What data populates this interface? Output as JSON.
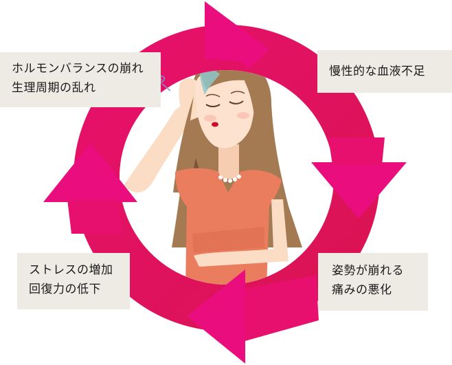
{
  "diagram": {
    "type": "cycle",
    "title": "",
    "center_illustration": "woman-with-headache",
    "colors": {
      "ring": "#e0145f",
      "arrow_head": "#ea0d7e",
      "label_bg": "#eeebe4",
      "label_text": "#1a1a1a",
      "hair": "#a47a52",
      "dress": "#ea7d5e",
      "skin": "#fbdcc4"
    },
    "nodes": [
      {
        "id": "top-left",
        "lines": [
          "ホルモンバランスの崩れ",
          "生理周期の乱れ"
        ]
      },
      {
        "id": "top-right",
        "lines": [
          "慢性的な血液不足"
        ]
      },
      {
        "id": "bottom-right",
        "lines": [
          "姿勢が崩れる",
          "痛みの悪化"
        ]
      },
      {
        "id": "bottom-left",
        "lines": [
          "ストレスの増加",
          "回復力の低下"
        ]
      }
    ],
    "arrows": [
      {
        "from": "top-left",
        "to": "top-right",
        "direction": "clockwise",
        "icon": "arrow-right-icon"
      },
      {
        "from": "top-right",
        "to": "bottom-right",
        "direction": "clockwise",
        "icon": "arrow-down-icon"
      },
      {
        "from": "bottom-right",
        "to": "bottom-left",
        "direction": "clockwise",
        "icon": "arrow-left-icon"
      },
      {
        "from": "bottom-left",
        "to": "top-left",
        "direction": "clockwise",
        "icon": "arrow-up-icon"
      }
    ]
  }
}
